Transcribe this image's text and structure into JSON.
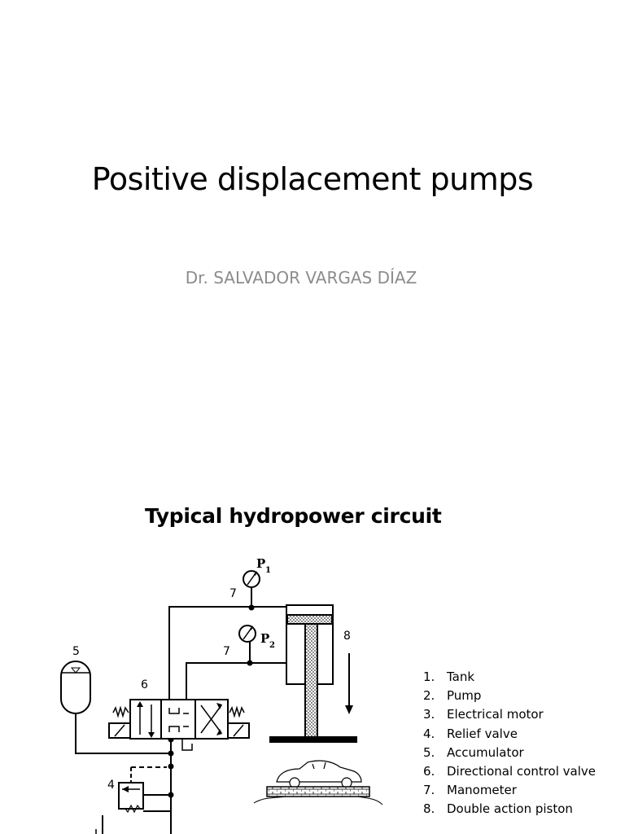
{
  "slide1": {
    "title": "Positive displacement pumps",
    "author": "Dr. SALVADOR VARGAS DÍAZ"
  },
  "slide2": {
    "title": "Typical hydropower circuit",
    "diagram_labels": {
      "p1_main": "P",
      "p1_sub": "1",
      "p2_main": "P",
      "p2_sub": "2",
      "manometer_top": "7",
      "manometer_bottom": "7",
      "piston": "8",
      "accumulator": "5",
      "valve": "6",
      "relief": "4"
    },
    "legend": [
      {
        "num": "1.",
        "label": "Tank"
      },
      {
        "num": "2.",
        "label": "Pump"
      },
      {
        "num": "3.",
        "label": "Electrical motor"
      },
      {
        "num": "4.",
        "label": "Relief valve"
      },
      {
        "num": "5.",
        "label": "Accumulator"
      },
      {
        "num": "6.",
        "label": "Directional control valve"
      },
      {
        "num": "7.",
        "label": "Manometer"
      },
      {
        "num": "8.",
        "label": "Double action piston"
      }
    ]
  }
}
